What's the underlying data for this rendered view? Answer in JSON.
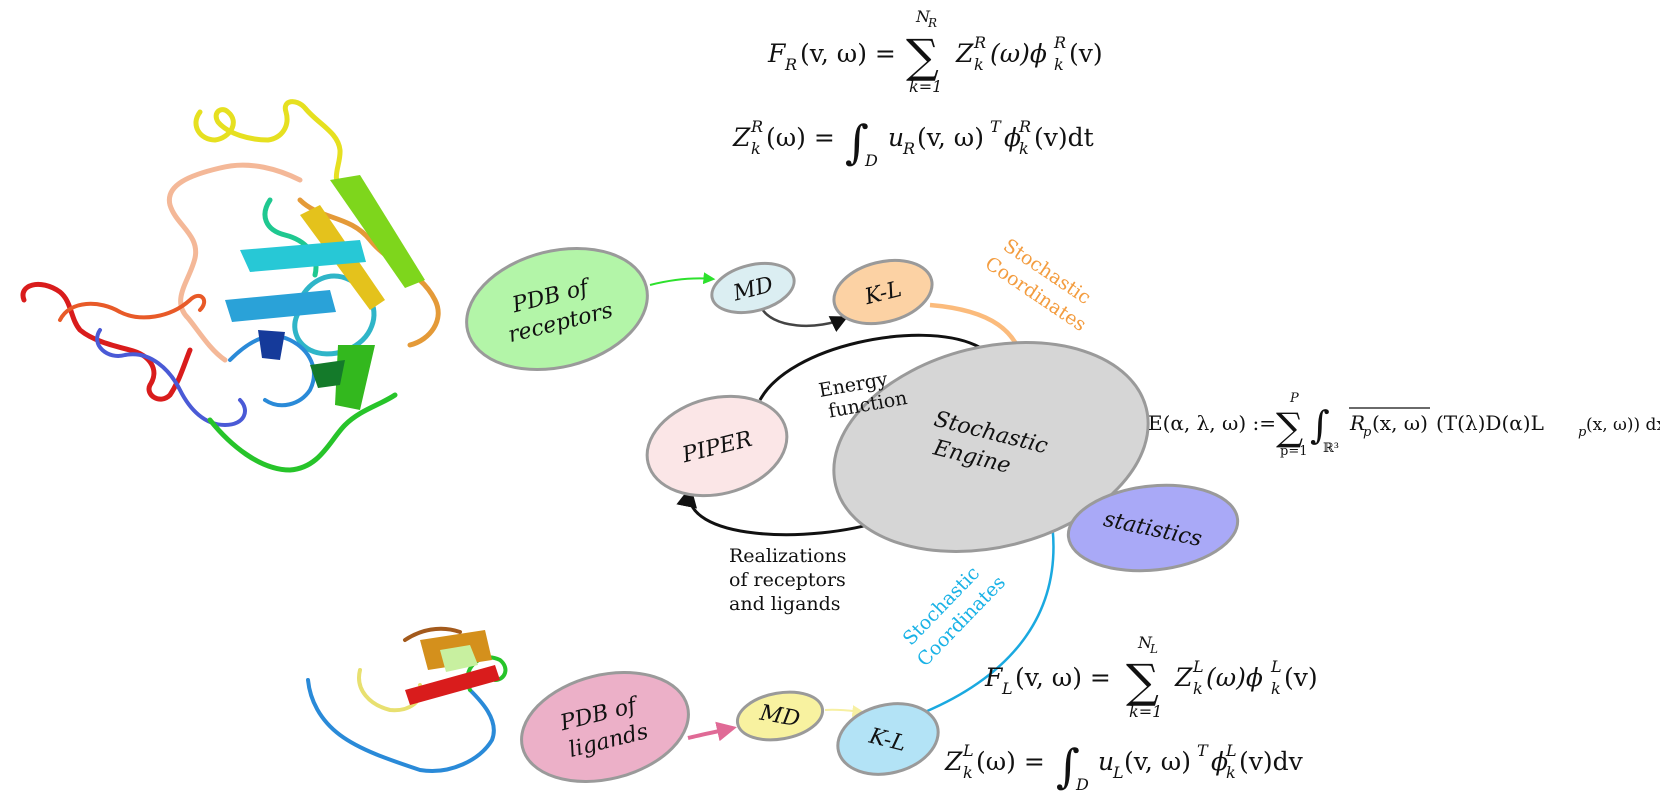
{
  "nodes": {
    "pdb_receptors": [
      "PDB of",
      "receptors"
    ],
    "md_top": "MD",
    "kl_top": "K-L",
    "pipier": "PIPER",
    "stochastic_engine": [
      "Stochastic",
      "Engine"
    ],
    "statistics": "statistics",
    "pdb_ligands": [
      "PDB of",
      "ligands"
    ],
    "md_bottom": "MD",
    "kl_bottom": "K-L"
  },
  "labels": {
    "stochastic_coordinates_top": [
      "Stochastic",
      "Coordinates"
    ],
    "stochastic_coordinates_bottom": [
      "Stochastic",
      "Coordinates"
    ],
    "energy_function": [
      "Energy",
      "function"
    ],
    "realizations": [
      "Realizations",
      "of receptors",
      "and ligands"
    ]
  },
  "equations": {
    "fr_lhs": "F",
    "fr_sub": "R",
    "fr_args": "(v, ω) =",
    "sum_sym": "∑",
    "sum_top_n": "N",
    "sum_top_r": "R",
    "sum_bot": "k=1",
    "fr_rhs": "Z",
    "fr_rhs_sup": "R",
    "fr_rhs_sub": "k",
    "fr_rhs_mid": "(ω)ϕ",
    "fr_rhs2_sup": "R",
    "fr_rhs2_sub": "k",
    "fr_rhs_end": "(v)",
    "zr_lhs": "Z",
    "zr_sup": "R",
    "zr_sub": "k",
    "zr_args": "(ω) =",
    "int_sym": "∫",
    "int_sub": "D",
    "zr_body": "u",
    "zr_body_sub": "R",
    "zr_body_mid": "(v, ω)",
    "zr_T": "T",
    "zr_phi": "ϕ",
    "zr_phi_sup": "R",
    "zr_phi_sub": "k",
    "zr_end": "(v)dt",
    "e_lhs": "E(α, λ, ω) :=",
    "e_sum_top": "P",
    "e_sum_bot": "p=1",
    "e_int_sub": "ℝ³",
    "e_body": "R",
    "e_body_sub": "p",
    "e_body_mid": "(x, ω)",
    "e_rest": "(T(λ)D(α)L",
    "e_rest_sub": "p",
    "e_end": "(x, ω)) dx",
    "fl_lhs": "F",
    "fl_sub": "L",
    "fl_args": "(v, ω) =",
    "fl_top_n": "N",
    "fl_top_l": "L",
    "fl_bot": "k=1",
    "fl_rhs": "Z",
    "fl_rhs_sup": "L",
    "fl_rhs_sub": "k",
    "fl_rhs_mid": "(ω)ϕ",
    "fl_rhs2_sup": "L",
    "fl_rhs2_sub": "k",
    "fl_rhs_end": "(v)",
    "zl_lhs": "Z",
    "zl_sup": "L",
    "zl_sub": "k",
    "zl_args": "(ω) =",
    "zl_body": "u",
    "zl_body_sub": "L",
    "zl_body_mid": "(v, ω)",
    "zl_T": "T",
    "zl_phi": "ϕ",
    "zl_phi_sup": "L",
    "zl_phi_sub": "k",
    "zl_end": "(v)dv"
  },
  "colors": {
    "pdb_receptors": "#b3f5a8",
    "md_top": "#dbeef2",
    "kl_top": "#fcd2a4",
    "pipier": "#fbe6e7",
    "stochastic_engine": "#d6d6d6",
    "statistics": "#a9a9f7",
    "pdb_ligands": "#ecb0c8",
    "md_bottom": "#f8f2a0",
    "kl_bottom": "#b3e3f6",
    "orange_label": "#f39c3f",
    "cyan_label": "#19b2e6",
    "green_arrow": "#2de12d",
    "orange_arrow": "#fbbb7c",
    "pink_arrow": "#e06a96",
    "yellow_arrow": "#f7f0a2",
    "cyan_arrow": "#1aa9e0",
    "gray_arrow": "#7a7a7a"
  },
  "icons": [
    "protein-ribbon-receptor",
    "protein-ribbon-ligand"
  ]
}
